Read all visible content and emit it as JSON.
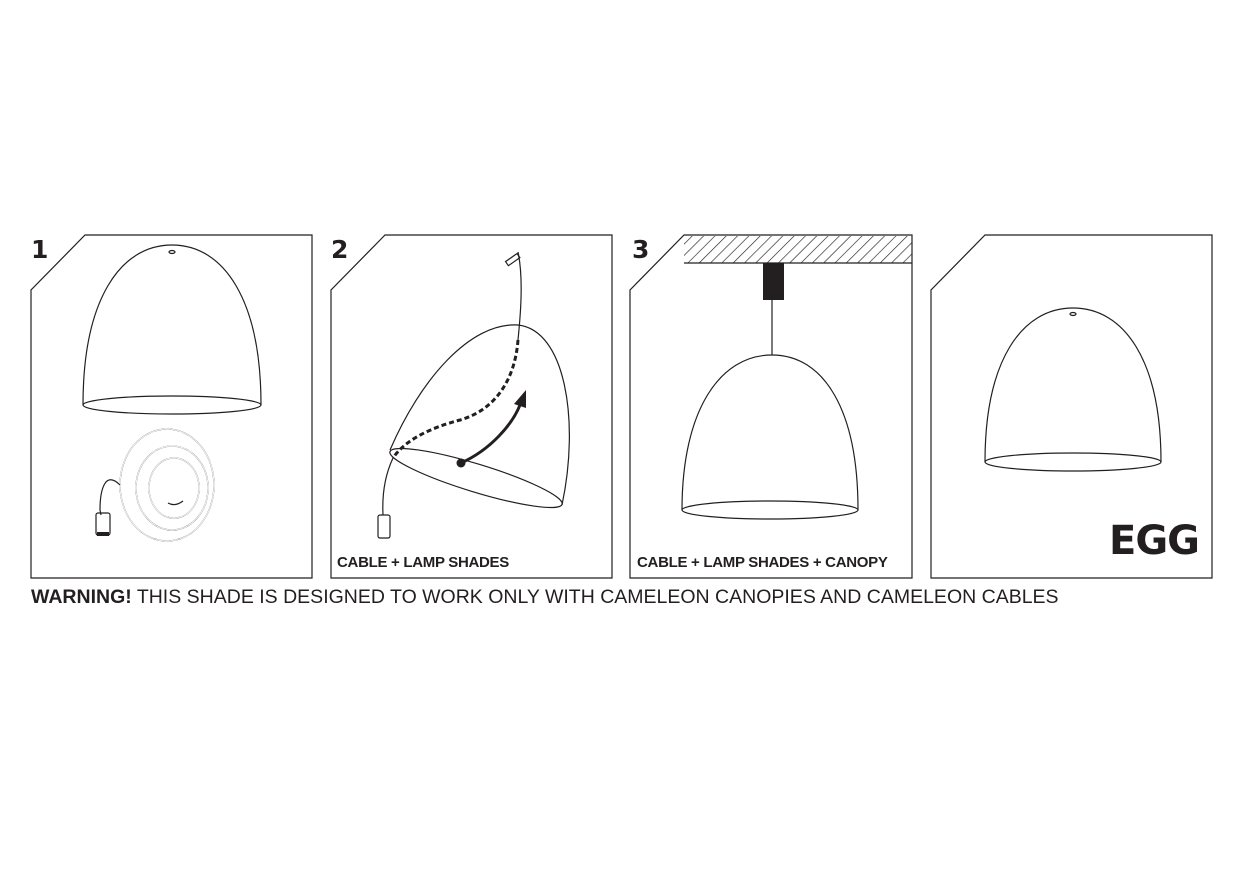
{
  "panels": [
    {
      "number": "1",
      "caption": ""
    },
    {
      "number": "2",
      "caption": "CABLE + LAMP SHADES"
    },
    {
      "number": "3",
      "caption": "CABLE + LAMP SHADES + CANOPY"
    },
    {
      "number": "",
      "caption": "EGG"
    }
  ],
  "warning": {
    "label": "WARNING!",
    "text": " THIS SHADE IS DESIGNED TO WORK ONLY WITH CAMELEON CANOPIES AND CAMELEON CABLES"
  }
}
